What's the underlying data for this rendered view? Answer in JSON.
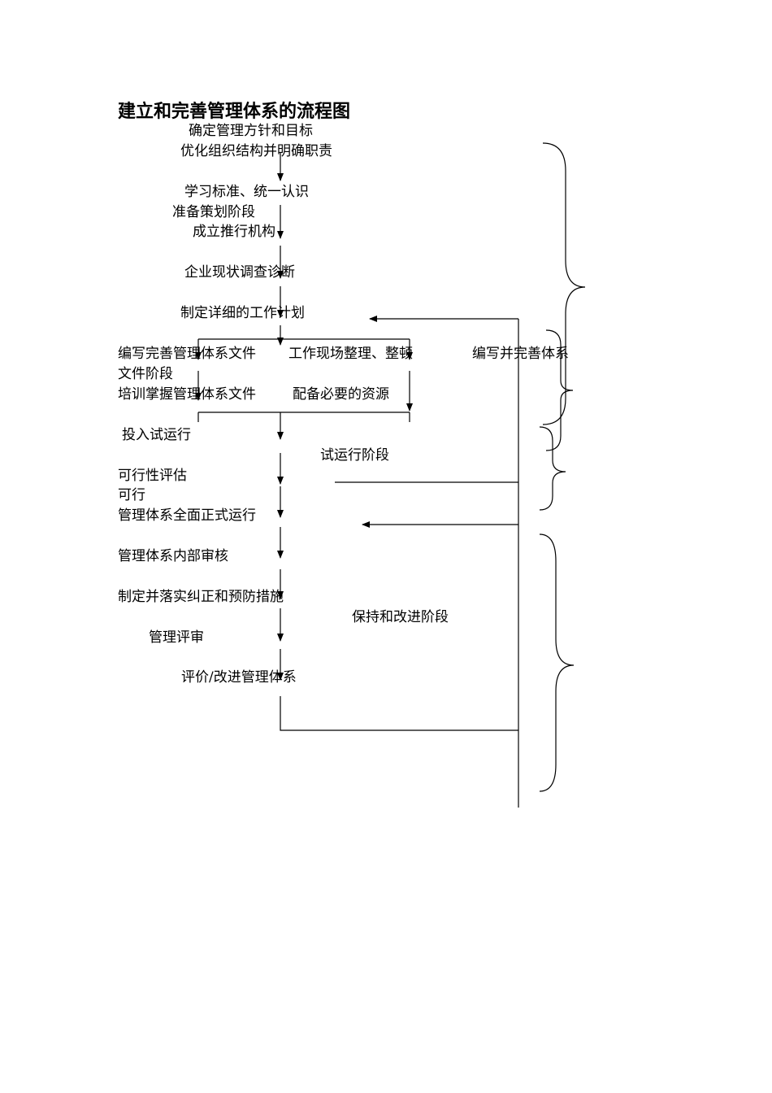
{
  "title": "建立和完善管理体系的流程图",
  "steps": {
    "s1": "确定管理方针和目标",
    "s2": "优化组织结构并明确职责",
    "s3": "学习标准、统一认识",
    "s4": "成立推行机构",
    "s5": "企业现状调查诊断",
    "s6": "制定详细的工作计划",
    "s7": "编写完善管理体系文件",
    "s8": "工作现场整理、整顿",
    "s9": "培训掌握管理体系文件",
    "s10": "配备必要的资源",
    "s11": "投入试运行",
    "s12": "可行性评估",
    "s13": "可行",
    "s14": "管理体系全面正式运行",
    "s15": "管理体系内部审核",
    "s16": "制定并落实纠正和预防措施",
    "s17": "管理评审",
    "s18": "评价/改进管理体系"
  },
  "phases": {
    "p1": "准备策划阶段",
    "p2a": "编写并完善体系",
    "p2b": "文件阶段",
    "p3": "试运行阶段",
    "p4": "保持和改进阶段"
  }
}
